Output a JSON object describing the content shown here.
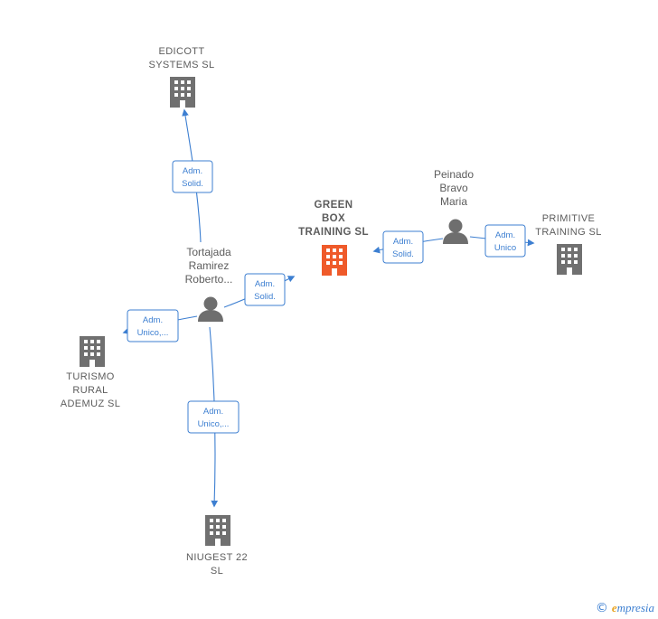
{
  "colors": {
    "edge": "#3d7fd1",
    "node": "#707070",
    "focus": "#ef5a2a"
  },
  "companies": [
    {
      "id": "edicott",
      "lines": [
        "EDICOTT",
        "SYSTEMS  SL"
      ],
      "icon": "building-icon"
    },
    {
      "id": "greenbox",
      "lines": [
        "GREEN",
        "BOX",
        "TRAINING  SL"
      ],
      "icon": "building-icon",
      "focus": true
    },
    {
      "id": "primitive",
      "lines": [
        "PRIMITIVE",
        "TRAINING  SL"
      ],
      "icon": "building-icon"
    },
    {
      "id": "turismo",
      "lines": [
        "TURISMO",
        "RURAL",
        "ADEMUZ  SL"
      ],
      "icon": "building-icon"
    },
    {
      "id": "niugest",
      "lines": [
        "NIUGEST 22",
        "SL"
      ],
      "icon": "building-icon"
    }
  ],
  "persons": [
    {
      "id": "tortajada",
      "lines": [
        "Tortajada",
        "Ramirez",
        "Roberto..."
      ],
      "icon": "person-icon"
    },
    {
      "id": "peinado",
      "lines": [
        "Peinado",
        "Bravo",
        "Maria"
      ],
      "icon": "person-icon"
    }
  ],
  "relations": [
    {
      "id": "r-edicott",
      "lines": [
        "Adm.",
        "Solid."
      ]
    },
    {
      "id": "r-greenbox-t",
      "lines": [
        "Adm.",
        "Solid."
      ]
    },
    {
      "id": "r-turismo",
      "lines": [
        "Adm.",
        "Unico,..."
      ]
    },
    {
      "id": "r-niugest",
      "lines": [
        "Adm.",
        "Unico,..."
      ]
    },
    {
      "id": "r-greenbox-p",
      "lines": [
        "Adm.",
        "Solid."
      ]
    },
    {
      "id": "r-primitive",
      "lines": [
        "Adm.",
        "Unico"
      ]
    }
  ],
  "footer": {
    "copyright": "©",
    "brand_initial": "e",
    "brand_rest": "mpresia"
  }
}
